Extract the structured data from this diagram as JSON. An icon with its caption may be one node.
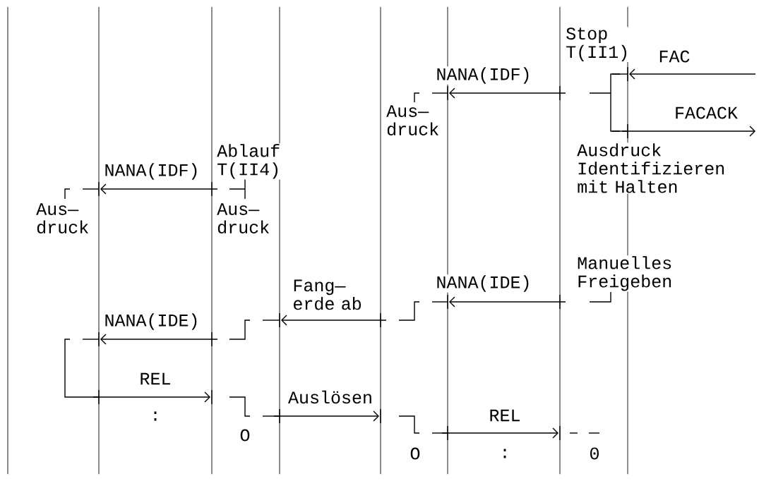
{
  "diagram": {
    "nodes": [
      {
        "text": [],
        "shape": "bar"
      },
      {
        "text": [],
        "shape": "bar"
      },
      {
        "text": [],
        "shape": "bar"
      },
      {
        "text": [],
        "shape": "bar"
      },
      {
        "text": [],
        "shape": "bar"
      },
      {
        "text": [],
        "shape": "bar"
      },
      {
        "text": [],
        "shape": "bar"
      },
      {
        "text": [],
        "shape": "bar"
      }
    ],
    "edges": [
      {
        "from": null,
        "to": 7,
        "arrow": "to",
        "label": "FAC"
      },
      {
        "from": 6,
        "to": 5,
        "arrow": "to",
        "label": "NANA(IDF)"
      },
      {
        "from": 7,
        "to": null,
        "arrow": "to",
        "label": "FACACK"
      },
      {
        "from": 2,
        "to": 1,
        "arrow": "to",
        "label": "NANA(IDF)"
      },
      {
        "from": 6,
        "to": 5,
        "arrow": "to",
        "label": "NANA(IDE)"
      },
      {
        "from": 4,
        "to": 3,
        "arrow": "to",
        "label": "Fang— erde ab"
      },
      {
        "from": 2,
        "to": 1,
        "arrow": "to",
        "label": "NANA(IDE)"
      },
      {
        "from": 1,
        "to": 2,
        "arrow": "to",
        "label": "REL"
      },
      {
        "from": 3,
        "to": 4,
        "arrow": "to",
        "label": "Auslösen"
      },
      {
        "from": 5,
        "to": 6,
        "arrow": "to",
        "label": "REL"
      }
    ],
    "labels": [
      "Stop T(II1)",
      "Aus— druck",
      "Ausdruck Identifizieren mit Halten",
      "Ablauf T(II4)",
      "Aus— druck",
      "Aus— druck",
      "Manuelles Freigeben",
      ":",
      "O",
      "O",
      ":",
      "0"
    ]
  }
}
